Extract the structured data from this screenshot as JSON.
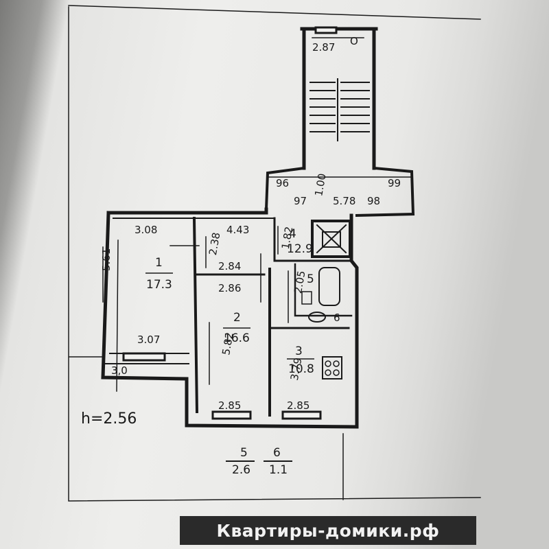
{
  "plan": {
    "ceiling_height": "h=2.56",
    "stair_height": "2.87",
    "rooms": [
      {
        "number": "1",
        "area": "17.3"
      },
      {
        "number": "2",
        "area": "16.6"
      },
      {
        "number": "3",
        "area": "10.8"
      },
      {
        "number": "4",
        "area": "12.9"
      },
      {
        "number": "5",
        "area": ""
      },
      {
        "number": "6",
        "area": ""
      }
    ],
    "dimensions": {
      "d_308": "3.08",
      "d_443": "4.43",
      "d_182": "1.82",
      "d_561": "5.61",
      "d_238": "2.38",
      "d_284": "2.84",
      "d_286": "2.86",
      "d_307": "3.07",
      "d_30": "3,0",
      "d_582": "5.82",
      "d_285a": "2.85",
      "d_285b": "2.85",
      "d_379": "3.79",
      "d_205": "2.05",
      "d_96": "96",
      "d_97": "97",
      "d_100": "1.00",
      "d_578": "5.78",
      "d_98": "98",
      "d_99": "99"
    },
    "balconies": [
      {
        "number": "5",
        "area": "2.6"
      },
      {
        "number": "6",
        "area": "1.1"
      }
    ]
  },
  "watermark": "Квартиры-домики.рф"
}
